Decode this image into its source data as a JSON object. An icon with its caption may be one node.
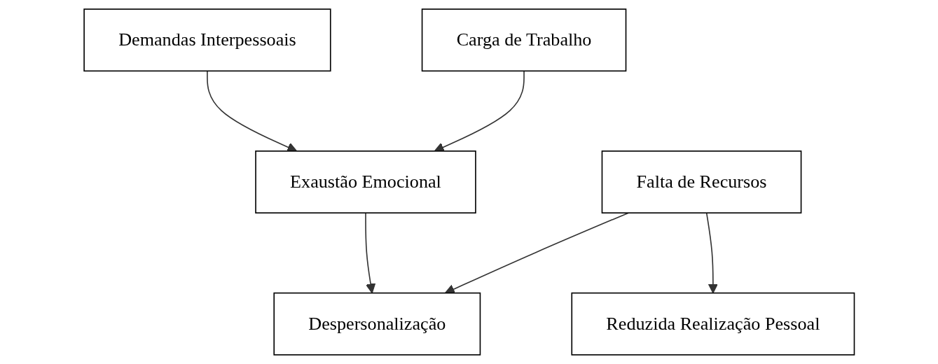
{
  "diagram": {
    "nodes": [
      {
        "text": [
          "Demandas Interpessoais"
        ]
      },
      {
        "text": [
          "Carga de Trabalho"
        ]
      },
      {
        "text": [
          "Exaustão Emocional"
        ]
      },
      {
        "text": [
          "Reduzida Realização Pessoal"
        ]
      },
      {
        "text": [
          "Falta de Recursos"
        ]
      },
      {
        "text": [
          "Despersonalização"
        ]
      }
    ],
    "edges": [
      {
        "from": 0,
        "to": 2,
        "arrow": "to"
      },
      {
        "from": 1,
        "to": 2,
        "arrow": "to"
      },
      {
        "from": 2,
        "to": 5,
        "arrow": "to"
      },
      {
        "from": 4,
        "to": 3,
        "arrow": "to"
      },
      {
        "from": 4,
        "to": 5,
        "arrow": "to"
      }
    ]
  }
}
